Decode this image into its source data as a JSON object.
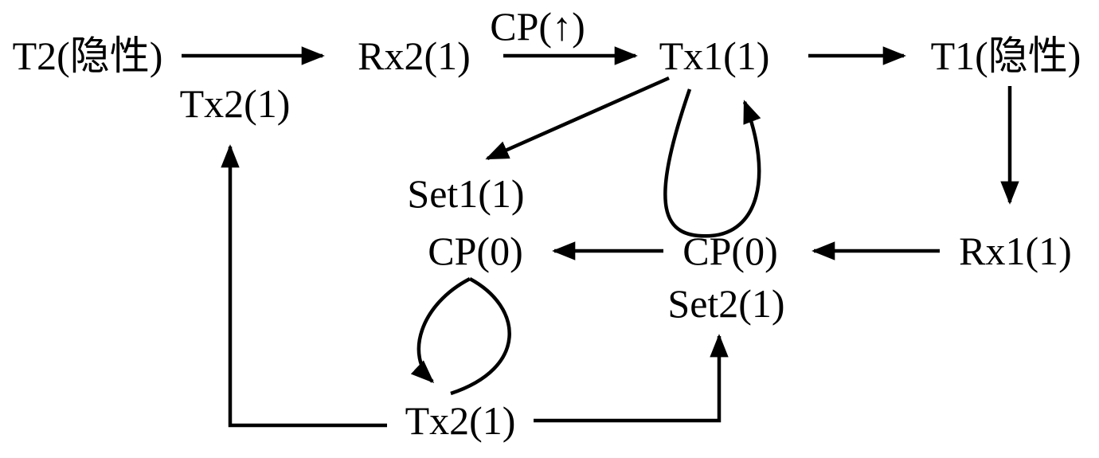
{
  "diagram": {
    "title": "signal-state-flow-diagram",
    "colors": {
      "stroke": "#000000",
      "background": "#ffffff"
    },
    "nodes": {
      "t2": "T2(隐性)",
      "tx2_top": "Tx2(1)",
      "rx2": "Rx2(1)",
      "cp_up": "CP(↑)",
      "tx1": "Tx1(1)",
      "t1": "T1(隐性)",
      "set1": "Set1(1)",
      "cp0_left": "CP(0)",
      "cp0_right": "CP(0)",
      "set2": "Set2(1)",
      "rx1": "Rx1(1)",
      "tx2_bottom": "Tx2(1)"
    },
    "edges": [
      {
        "from": "T2(隐性)",
        "to": "Rx2(1)"
      },
      {
        "from": "Rx2(1)",
        "to": "Tx1(1)",
        "label": "CP(↑)"
      },
      {
        "from": "Tx1(1)",
        "to": "T1(隐性)"
      },
      {
        "from": "T1(隐性)",
        "to": "Rx1(1)"
      },
      {
        "from": "Rx1(1)",
        "to": "CP(0)"
      },
      {
        "from": "CP(0)",
        "to": "CP(0)"
      },
      {
        "from": "Tx1(1)",
        "to": "Set1(1)"
      },
      {
        "from": "Tx1(1)",
        "to": "Tx1(1)",
        "type": "self-loop"
      },
      {
        "from": "CP(0)",
        "to": "Tx2(1)",
        "type": "loop"
      },
      {
        "from": "Tx2(1)",
        "to": "Set2(1)"
      },
      {
        "from": "Tx2(1)",
        "to": "Tx2(1) top"
      }
    ]
  }
}
